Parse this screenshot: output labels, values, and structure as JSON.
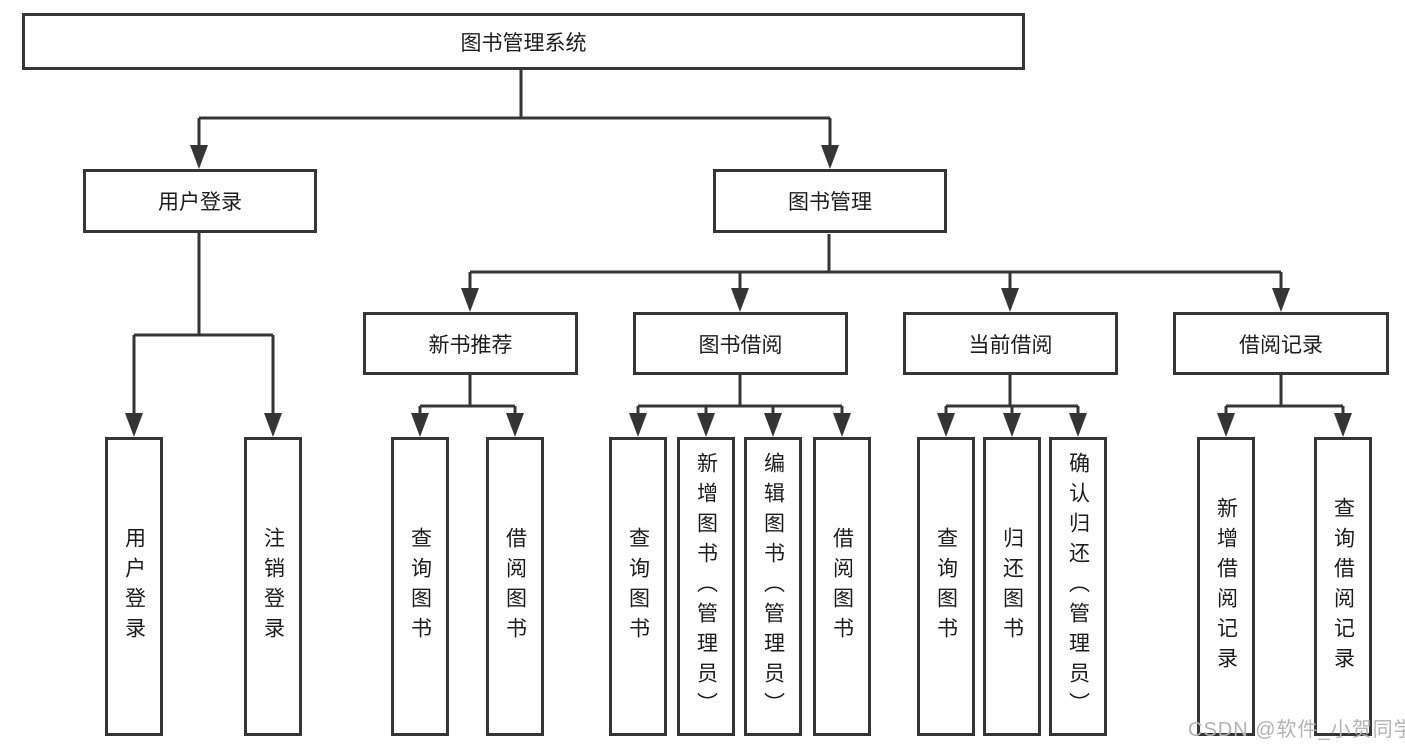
{
  "colors": {
    "line": "#353535",
    "box_border": "#353535",
    "text": "#1c1c1c",
    "background": "#ffffff",
    "watermark": "#b3b3b3"
  },
  "watermark": {
    "text": "CSDN @软件_小贺同学"
  },
  "tree": {
    "label": "图书管理系统",
    "children": [
      {
        "label": "用户登录",
        "children": [
          {
            "label": "用户登录"
          },
          {
            "label": "注销登录"
          }
        ]
      },
      {
        "label": "图书管理",
        "children": [
          {
            "label": "新书推荐",
            "children": [
              {
                "label": "查询图书"
              },
              {
                "label": "借阅图书"
              }
            ]
          },
          {
            "label": "图书借阅",
            "children": [
              {
                "label": "查询图书"
              },
              {
                "label": "新增图书（管理员）"
              },
              {
                "label": "编辑图书（管理员）"
              },
              {
                "label": "借阅图书"
              }
            ]
          },
          {
            "label": "当前借阅",
            "children": [
              {
                "label": "查询图书"
              },
              {
                "label": "归还图书"
              },
              {
                "label": "确认归还（管理员）"
              }
            ]
          },
          {
            "label": "借阅记录",
            "children": [
              {
                "label": "新增借阅记录"
              },
              {
                "label": "查询借阅记录"
              }
            ]
          }
        ]
      }
    ]
  }
}
